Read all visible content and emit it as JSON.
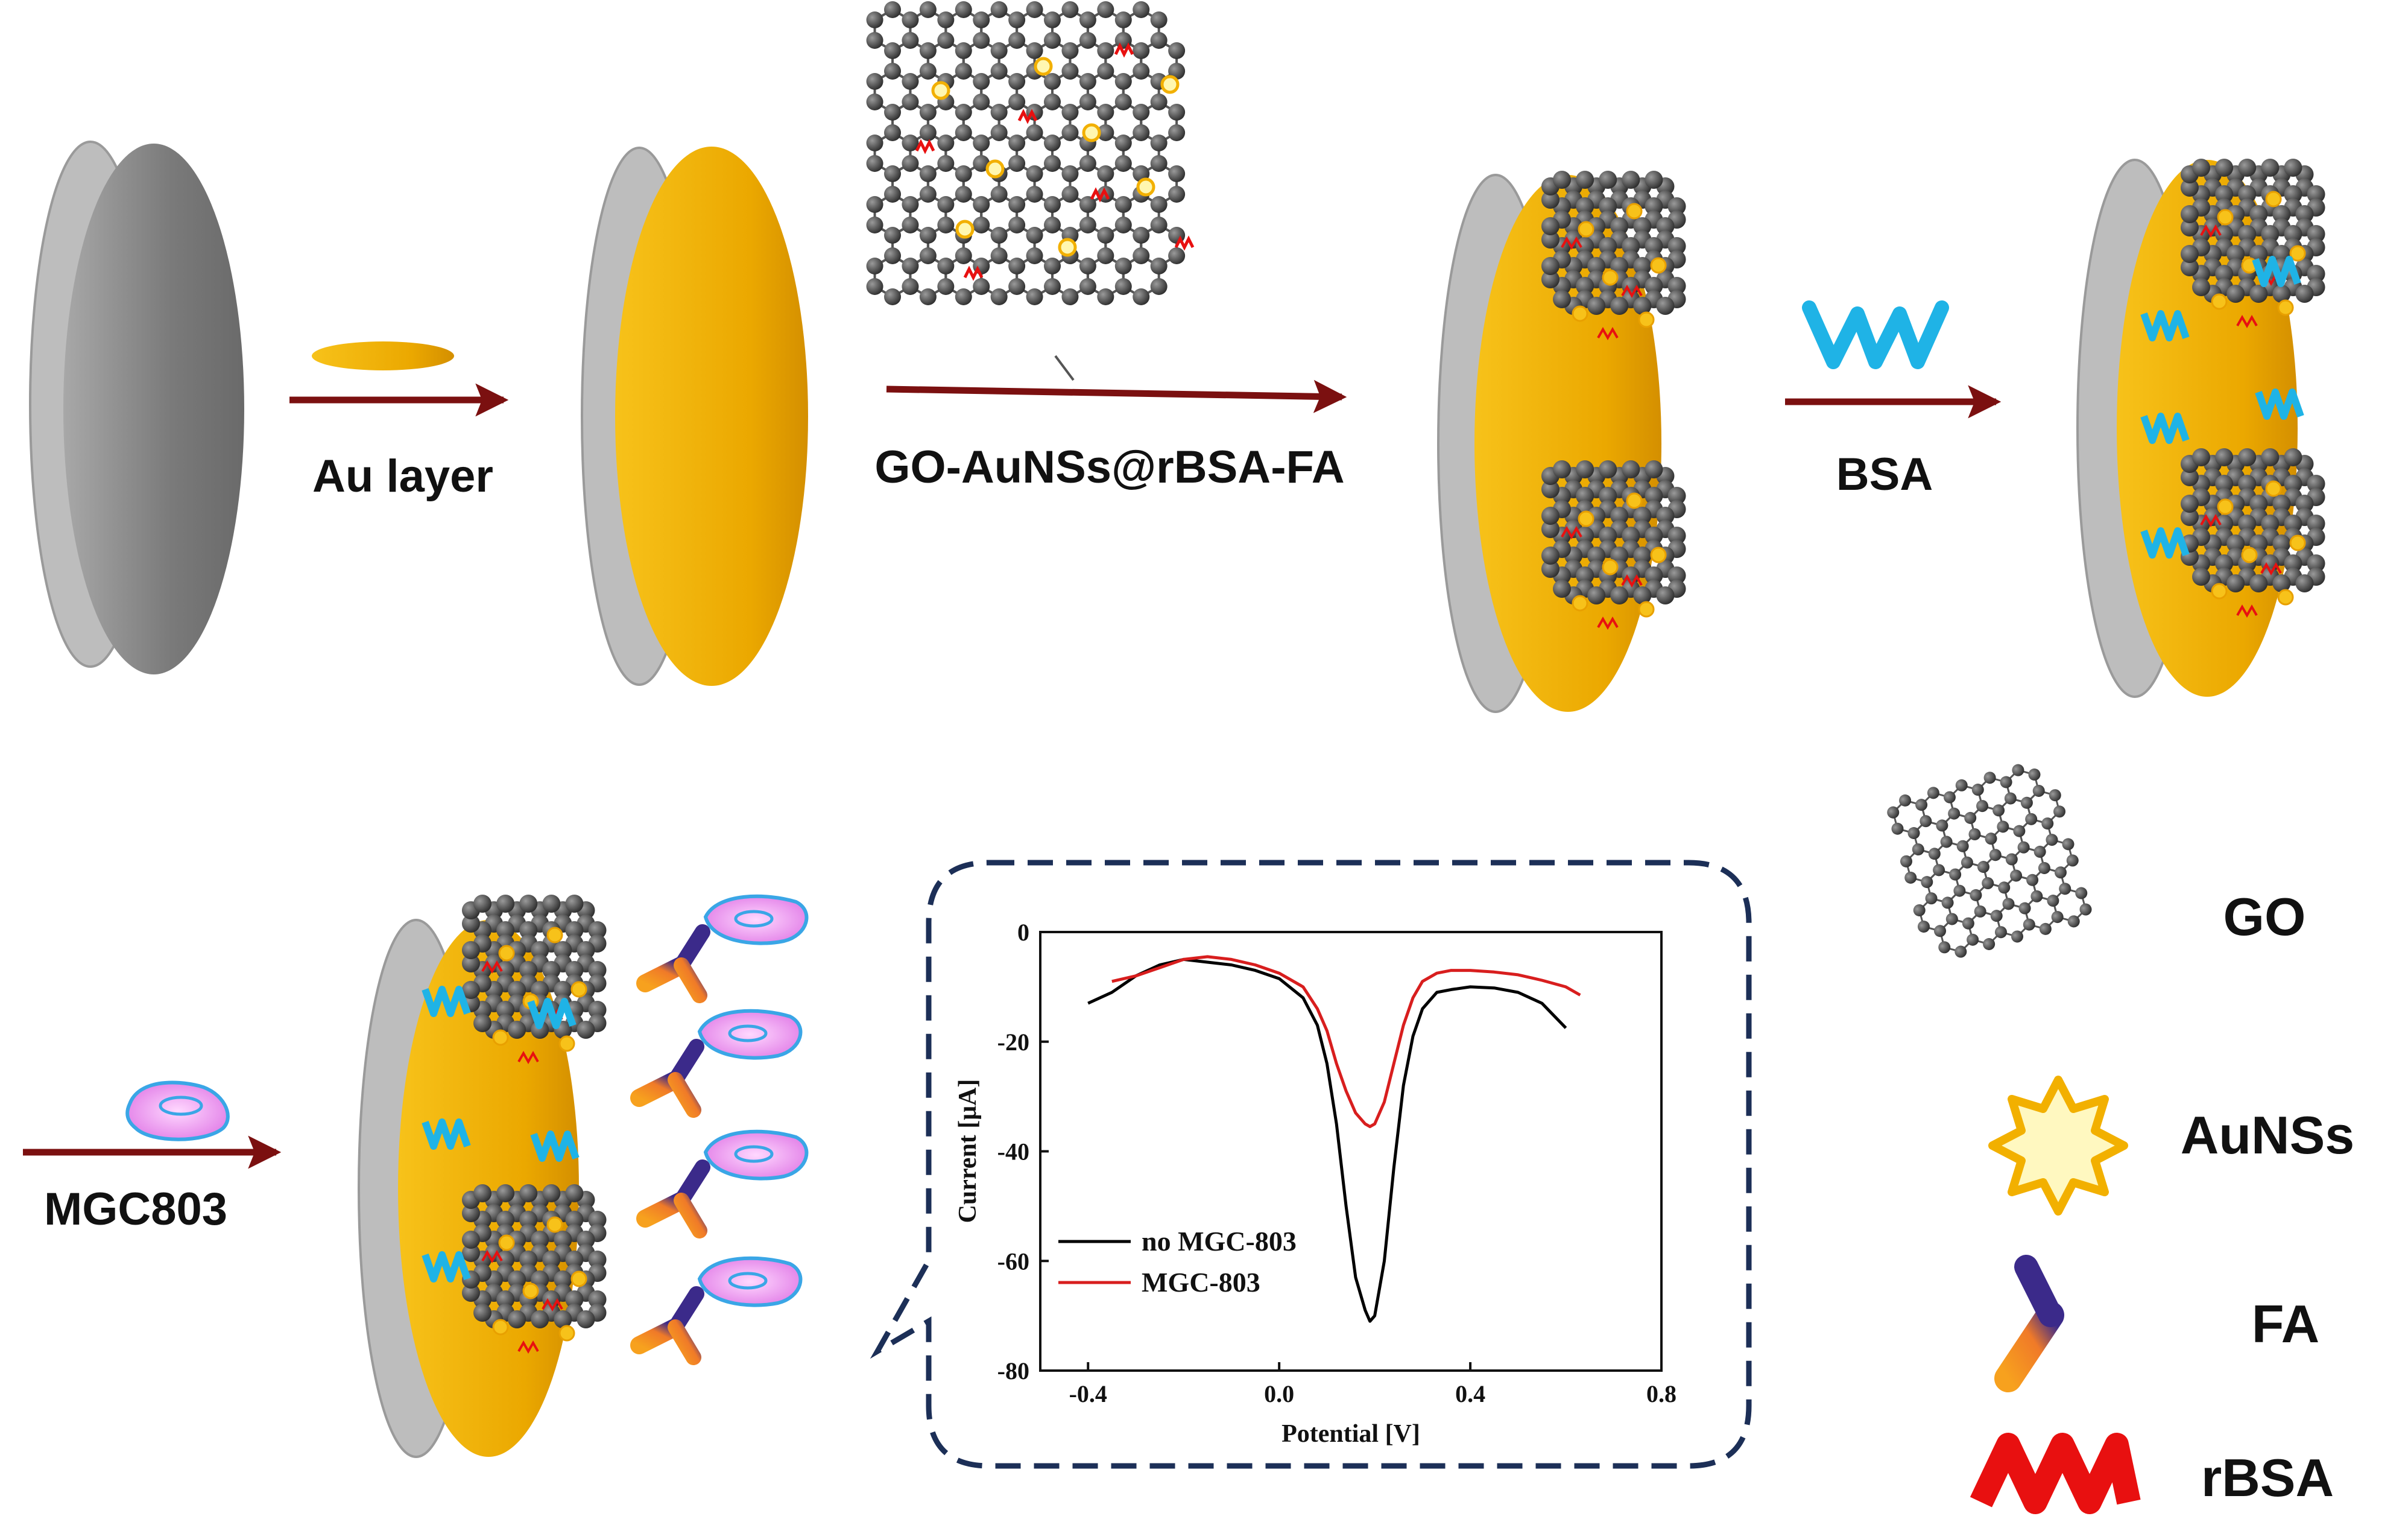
{
  "steps": {
    "au_layer": "Au layer",
    "go_aunss": "GO-AuNSs@rBSA-FA",
    "bsa": "BSA",
    "mgc803": "MGC803"
  },
  "legend": {
    "go": "GO",
    "aunss": "AuNSs",
    "fa": "FA",
    "rbsa": "rBSA"
  },
  "colors": {
    "arrow": "#7b1010",
    "gold": "#f2b000",
    "disc_gray": "#8a8a8a",
    "bsa_blue": "#1fb3e6",
    "rbsa_red": "#e81010",
    "dash_box": "#1c2f57"
  },
  "chart_data": {
    "type": "line",
    "xlabel": "Potential [V]",
    "ylabel": "Current [μA]",
    "xlim": [
      -0.5,
      0.8
    ],
    "ylim": [
      -80,
      0
    ],
    "xticks": [
      "-0.4",
      "0.0",
      "0.4",
      "0.8"
    ],
    "yticks": [
      "0",
      "-20",
      "-40",
      "-60",
      "-80"
    ],
    "legend_position": "lower-left",
    "series": [
      {
        "name": "no MGC-803",
        "color": "#000000",
        "x": [
          -0.4,
          -0.35,
          -0.3,
          -0.25,
          -0.2,
          -0.15,
          -0.1,
          -0.05,
          0.0,
          0.05,
          0.08,
          0.1,
          0.12,
          0.14,
          0.16,
          0.18,
          0.19,
          0.2,
          0.22,
          0.24,
          0.26,
          0.28,
          0.3,
          0.33,
          0.36,
          0.4,
          0.45,
          0.5,
          0.55,
          0.6
        ],
        "y": [
          -13,
          -11,
          -8,
          -6,
          -5,
          -5.5,
          -6,
          -7,
          -8.5,
          -12,
          -17,
          -24,
          -35,
          -50,
          -63,
          -69,
          -71,
          -70,
          -60,
          -43,
          -28,
          -19,
          -14,
          -11,
          -10.5,
          -10,
          -10.2,
          -11,
          -13,
          -17.5
        ]
      },
      {
        "name": "MGC-803",
        "color": "#d81e1e",
        "x": [
          -0.35,
          -0.3,
          -0.25,
          -0.2,
          -0.15,
          -0.1,
          -0.05,
          0.0,
          0.05,
          0.08,
          0.1,
          0.12,
          0.14,
          0.16,
          0.18,
          0.19,
          0.2,
          0.22,
          0.24,
          0.26,
          0.28,
          0.3,
          0.33,
          0.36,
          0.4,
          0.45,
          0.5,
          0.55,
          0.6,
          0.63
        ],
        "y": [
          -9,
          -8,
          -6.5,
          -5,
          -4.5,
          -5,
          -6,
          -7.5,
          -10,
          -14,
          -18,
          -24,
          -29,
          -33,
          -35,
          -35.5,
          -35,
          -31,
          -24,
          -17,
          -12,
          -9,
          -7.5,
          -7,
          -7,
          -7.3,
          -7.8,
          -8.8,
          -10,
          -11.5
        ]
      }
    ]
  }
}
